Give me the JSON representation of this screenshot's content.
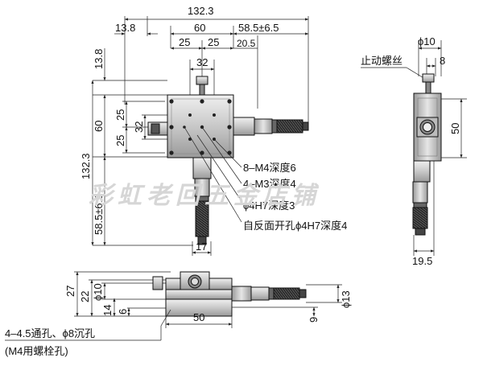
{
  "top_view": {
    "dims": {
      "total_width": "132.3",
      "left_offset": "13.8",
      "table_width": "60",
      "travel": "58.5±6.5",
      "half_a": "25",
      "half_b": "25",
      "screw_offset": "20.5",
      "hole_span": "32",
      "left_top": "13.8",
      "height_60": "60",
      "total_height": "132.3",
      "travel_v": "58.5±6.5",
      "hole_25a": "25",
      "hole_25b": "25",
      "pcd_32": "32",
      "knob_width": "17"
    },
    "callouts": [
      "8–M4深度6",
      "4–M3深度4",
      "ϕ4H7深度3",
      "自反面开孔ϕ4H7深度4"
    ]
  },
  "side_view": {
    "dims": {
      "dia_10": "ϕ10",
      "dim_8": "8",
      "height_50": "50",
      "depth_19_5": "19.5"
    },
    "lock_screw_label": "止动螺丝"
  },
  "front_view": {
    "dims": {
      "h27": "27",
      "h22": "22",
      "dia10": "ϕ10",
      "h14": "14",
      "h6": "6",
      "w50": "50",
      "dia13": "ϕ13",
      "h9": "9"
    },
    "note_line1": "4–4.5通孔、ϕ8沉孔",
    "note_line2": "(M4用螺栓孔)"
  },
  "watermark": "彩虹老回五金店铺"
}
